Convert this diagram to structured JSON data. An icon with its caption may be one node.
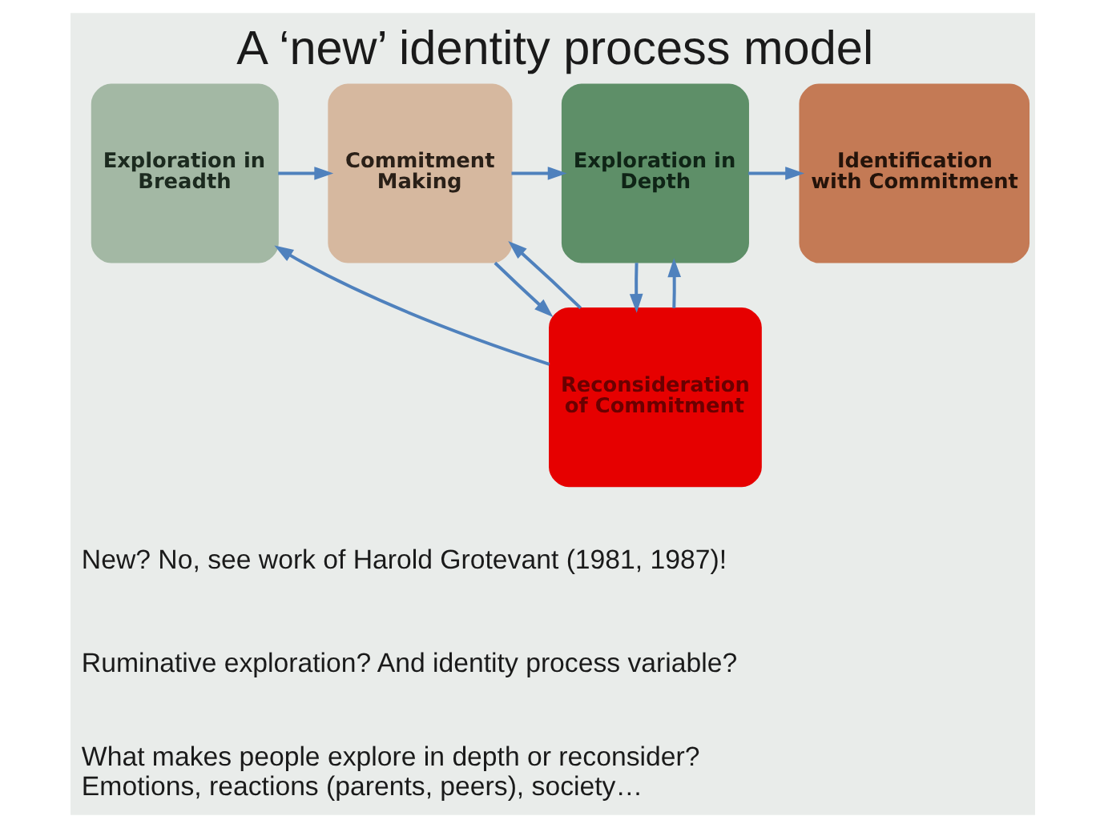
{
  "diagram": {
    "title": "A ‘new’ identity process model",
    "nodes": [
      {
        "text": [
          "Exploration in Breadth"
        ]
      },
      {
        "text": [
          "Commitment Making"
        ]
      },
      {
        "text": [
          "Exploration in Depth"
        ]
      },
      {
        "text": [
          "Reconsideration of Commitment"
        ]
      },
      {
        "text": [
          "Identification with Commitment"
        ]
      }
    ],
    "edges": [
      {
        "from": 0,
        "to": 1,
        "arrow": "to"
      },
      {
        "from": 1,
        "to": 2,
        "arrow": "to"
      },
      {
        "from": 1,
        "to": 3,
        "arrow": "to"
      },
      {
        "from": 2,
        "to": 4,
        "arrow": "to"
      },
      {
        "from": 2,
        "to": 3,
        "arrow": "to"
      },
      {
        "from": 3,
        "to": 2,
        "arrow": "to"
      },
      {
        "from": 3,
        "to": 0,
        "arrow": "to"
      },
      {
        "from": 3,
        "to": 1,
        "arrow": "to"
      }
    ],
    "labels": [
      "New? No, see work of Harold Grotevant (1981, 1987)!",
      "Ruminative exploration? And identity process variable?",
      "What makes people explore in depth or reconsider? Emotions, reactions (parents, peers), society…"
    ]
  }
}
